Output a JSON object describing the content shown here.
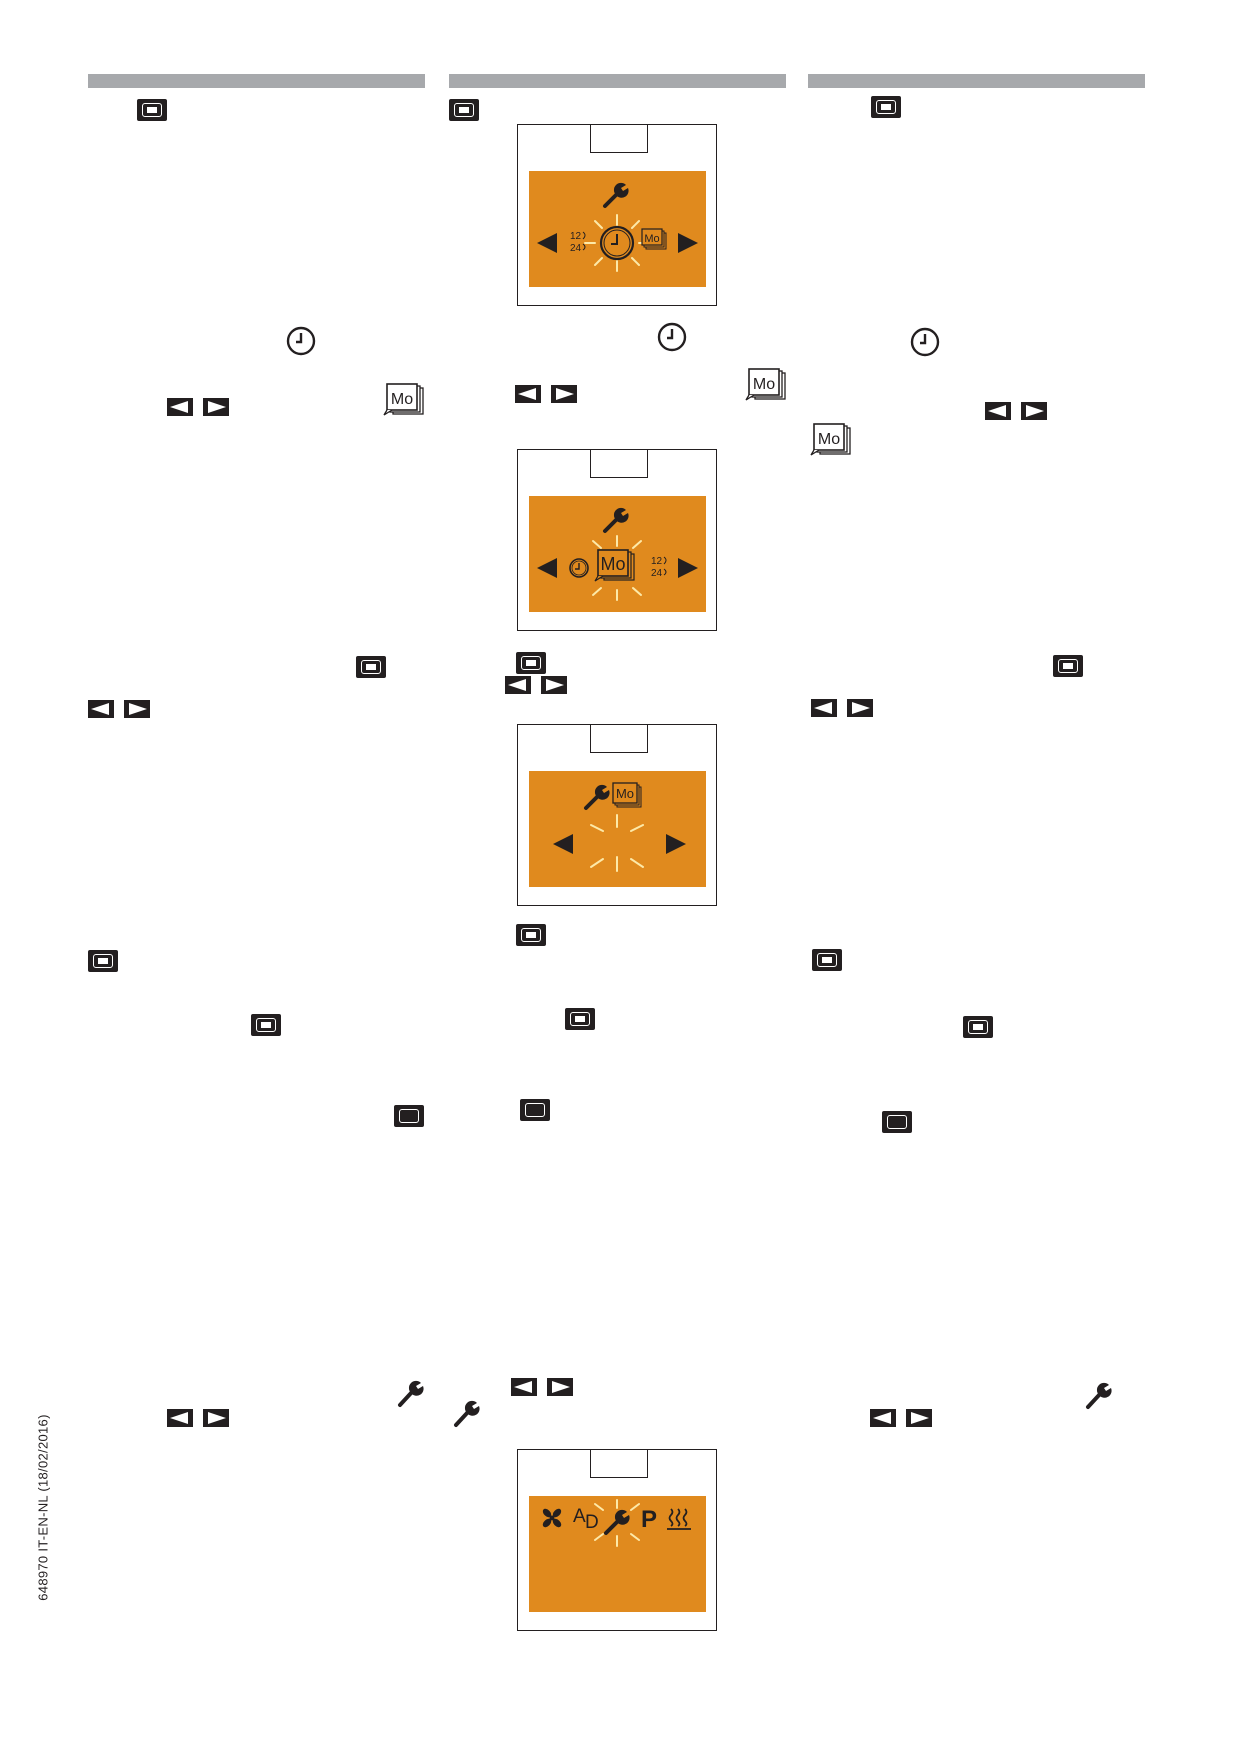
{
  "document_code": "648970 IT-EN-NL (18/02/2016)",
  "colors": {
    "display_bg": "#e08a1e",
    "icon_dark": "#231f20",
    "header_bar": "#a7a9ac",
    "blink": "#fde9a8"
  },
  "icons": {
    "ok_button": "menu-confirm-button-icon",
    "arrows": "left-right-arrow-buttons-icon",
    "clock": "clock-icon",
    "day": "monday-calendar-icon",
    "wrench": "wrench-settings-icon"
  },
  "displays": [
    {
      "symbols_left": "12\n24",
      "center": "clock",
      "right": "Mo"
    },
    {
      "symbols_left": "clock",
      "center": "Mo",
      "right": "12\n24"
    },
    {
      "top": "Mo",
      "center": "blink"
    },
    {
      "labels": [
        "A",
        "D",
        "P"
      ]
    }
  ],
  "display_text": {
    "mo": "Mo",
    "h12": "12",
    "h24": "24",
    "a": "A",
    "d": "D",
    "p": "P"
  }
}
